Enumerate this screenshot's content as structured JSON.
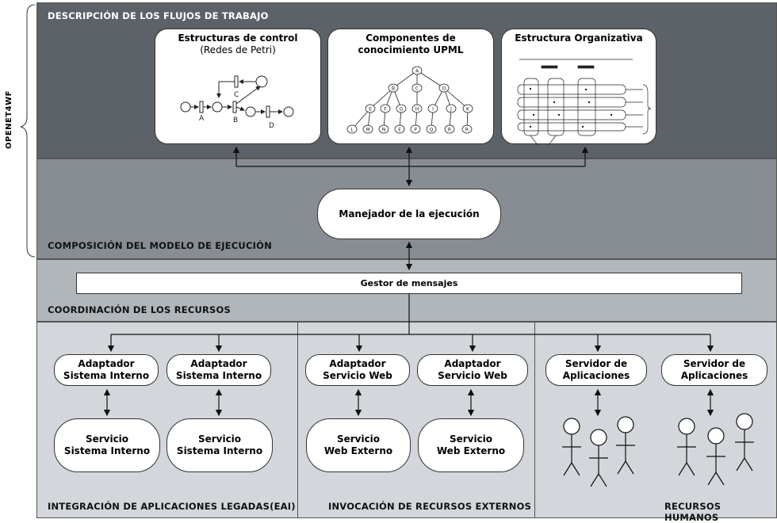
{
  "side_label": "OPENET4WF",
  "sections": {
    "workflow": "DESCRIPCIÓN DE LOS FLUJOS DE TRABAJO",
    "composition": "COMPOSICIÓN DEL MODELO DE EJECUCIÓN",
    "coordination": "COORDINACIÓN DE LOS RECURSOS",
    "eai": "INTEGRACIÓN DE APLICACIONES LEGADAS(EAI)",
    "external": "INVOCACIÓN DE RECURSOS EXTERNOS",
    "human": "RECURSOS HUMANOS"
  },
  "cards": {
    "control_title": "Estructuras de control",
    "control_sub": "(Redes de Petri)",
    "knowledge_title_1": "Componentes de",
    "knowledge_title_2": "conocimiento UPML",
    "org_title": "Estructura Organizativa"
  },
  "petri_labels": {
    "a": "A",
    "b": "B",
    "c": "C",
    "d": "D"
  },
  "tree_labels": {
    "root": "A",
    "level1": [
      "B",
      "C",
      "D"
    ],
    "level2": [
      "E",
      "F",
      "G",
      "H",
      "I",
      "J",
      "K"
    ],
    "level3": [
      "L",
      "M",
      "N",
      "E",
      "P",
      "Q",
      "R",
      "R"
    ]
  },
  "executor": "Manejador de la ejecución",
  "message_manager": "Gestor de mensajes",
  "adapters": {
    "internal_1": [
      "Adaptador",
      "Sistema Interno"
    ],
    "internal_2": [
      "Adaptador",
      "Sistema Interno"
    ],
    "web_1": [
      "Adaptador",
      "Servicio Web"
    ],
    "web_2": [
      "Adaptador",
      "Servicio Web"
    ],
    "app_1": [
      "Servidor de",
      "Aplicaciones"
    ],
    "app_2": [
      "Servidor de",
      "Aplicaciones"
    ]
  },
  "services": {
    "internal_1": [
      "Servicio",
      "Sistema Interno"
    ],
    "internal_2": [
      "Servicio",
      "Sistema Interno"
    ],
    "web_1": [
      "Servicio",
      "Web Externo"
    ],
    "web_2": [
      "Servicio",
      "Web Externo"
    ]
  }
}
